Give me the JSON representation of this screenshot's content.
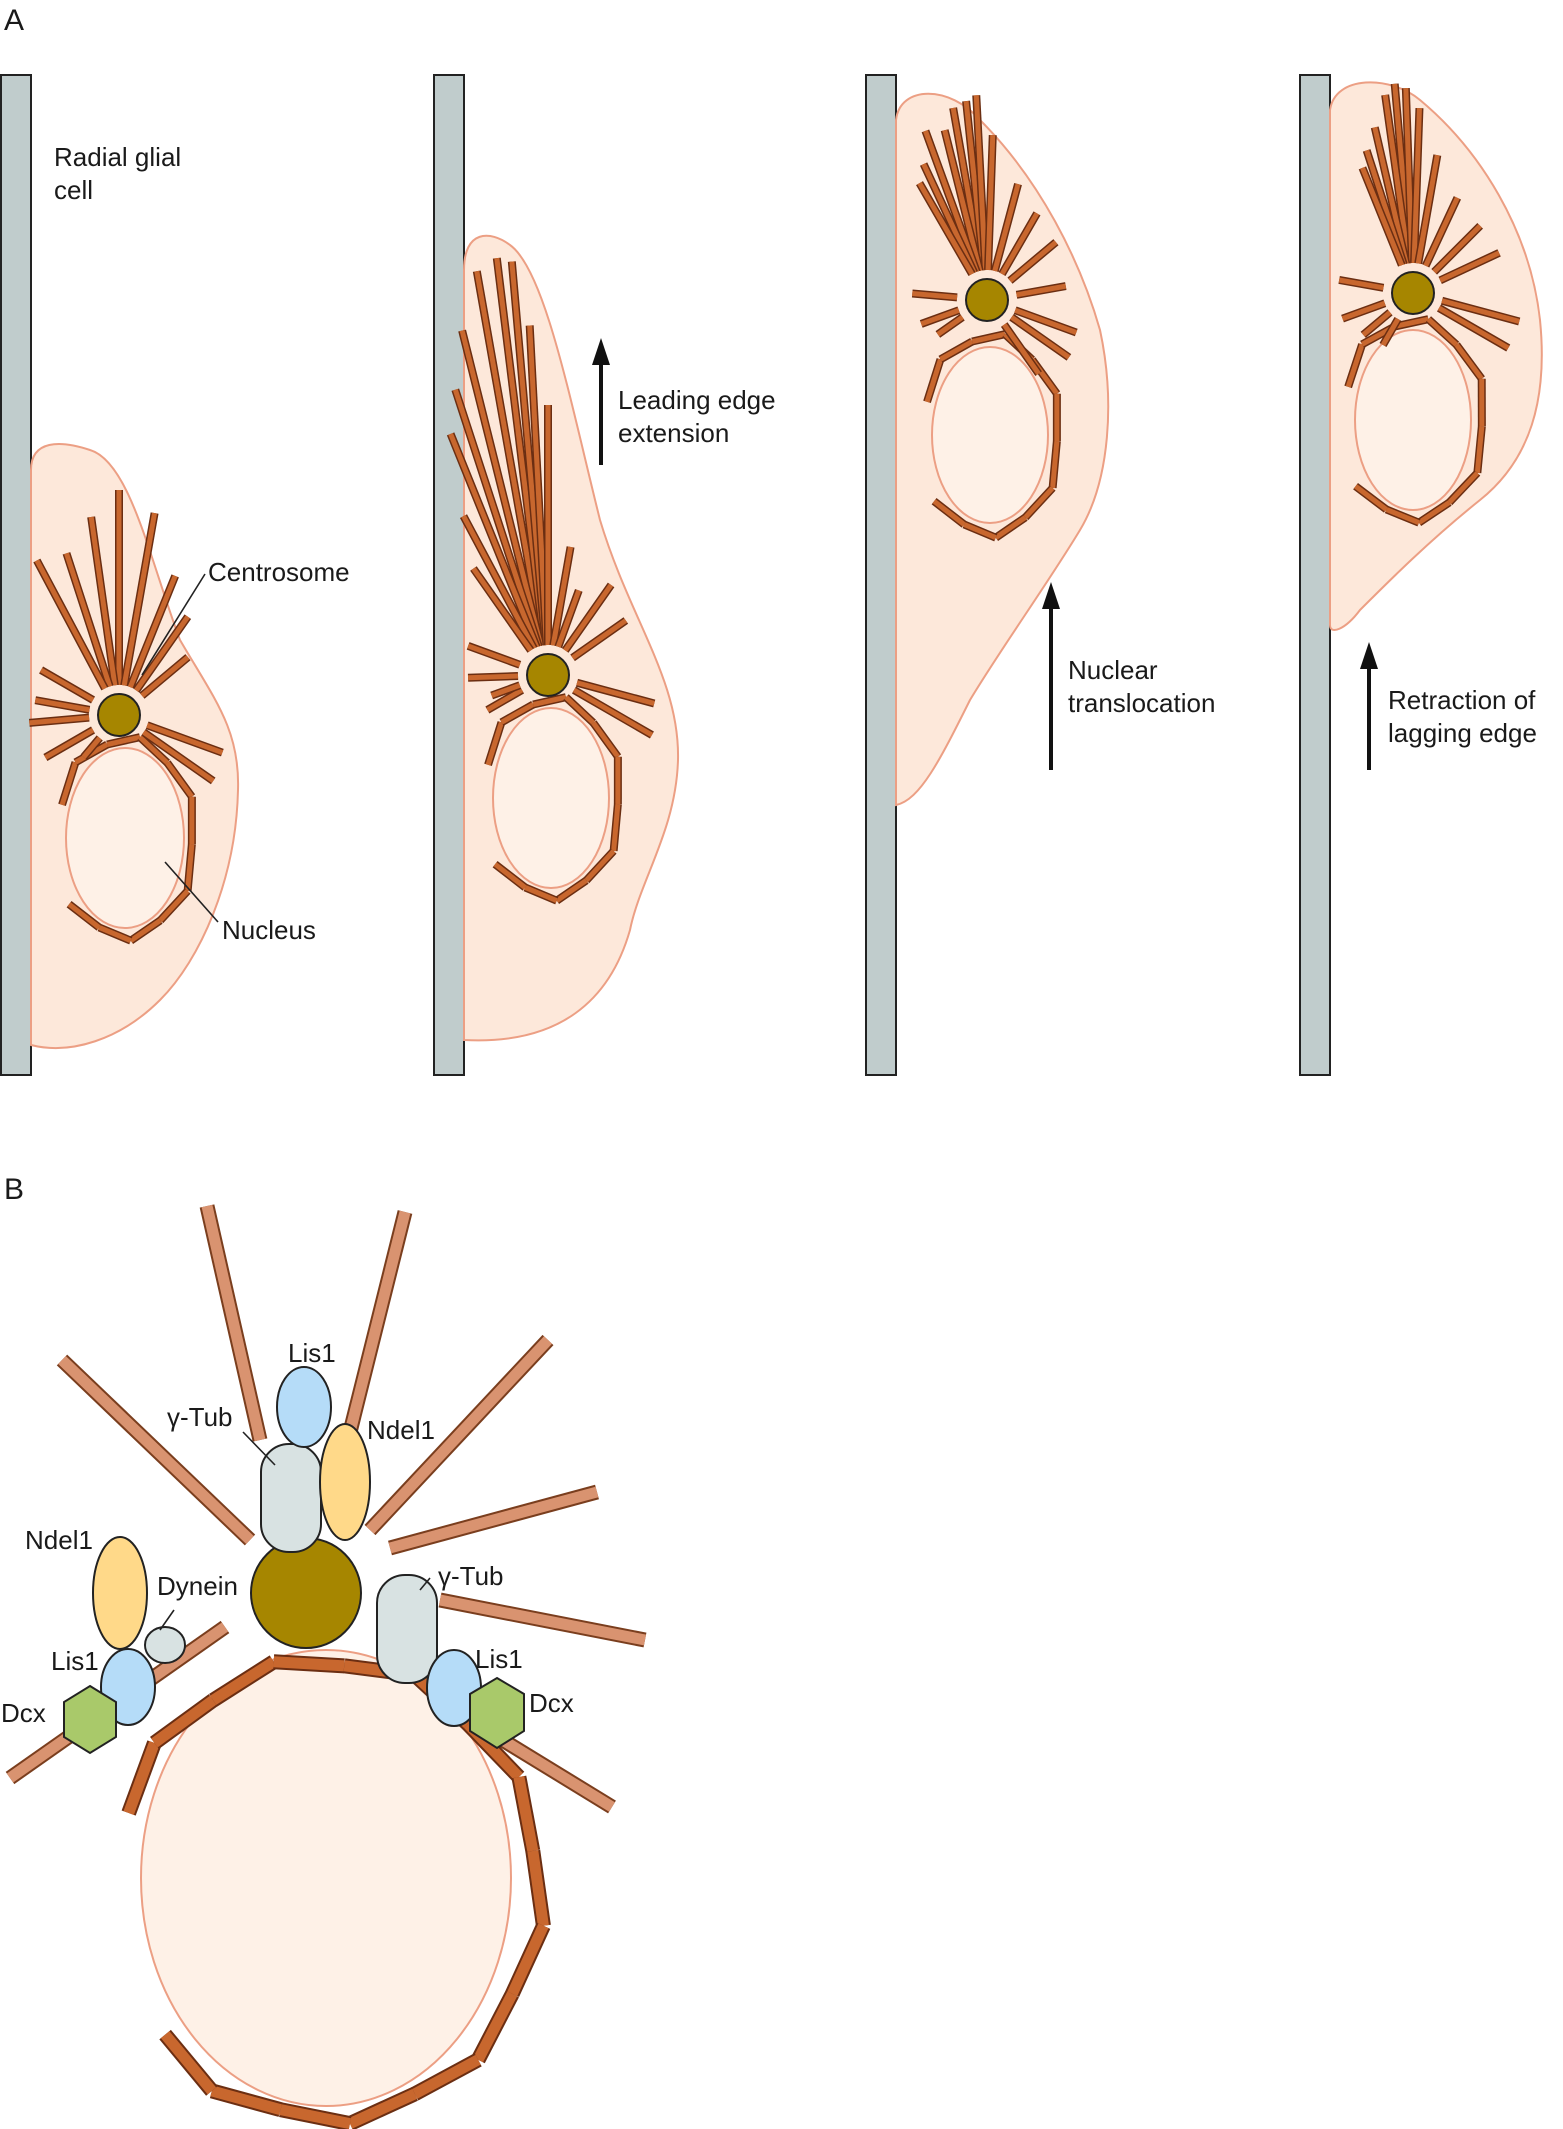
{
  "panels": {
    "a": {
      "panel_label": "A",
      "radial_glial_line1": "Radial glial",
      "radial_glial_line2": "cell",
      "centrosome": "Centrosome",
      "nucleus": "Nucleus",
      "leading_line1": "Leading edge",
      "leading_line2": "extension",
      "nuclear_line1": "Nuclear",
      "nuclear_line2": "translocation",
      "retraction_line1": "Retraction of",
      "retraction_line2": "lagging edge"
    },
    "b": {
      "panel_label": "B",
      "lis1_top": "Lis1",
      "gtub_left": "γ-Tub",
      "ndel1_top": "Ndel1",
      "ndel1_left": "Ndel1",
      "dynein": "Dynein",
      "gtub_right": "γ-Tub",
      "lis1_left": "Lis1",
      "lis1_right": "Lis1",
      "dcx_left": "Dcx",
      "dcx_right": "Dcx"
    }
  },
  "colors": {
    "radial_glia": "#c0cccc",
    "cell_body": "#fde8da",
    "microtubule": "#c8672e",
    "centrosome": "#a68600",
    "gamma_tubulin": "#d8e2e2",
    "lis1": "#b5dcf8",
    "ndel1": "#ffd989",
    "dcx": "#a9c96a"
  }
}
